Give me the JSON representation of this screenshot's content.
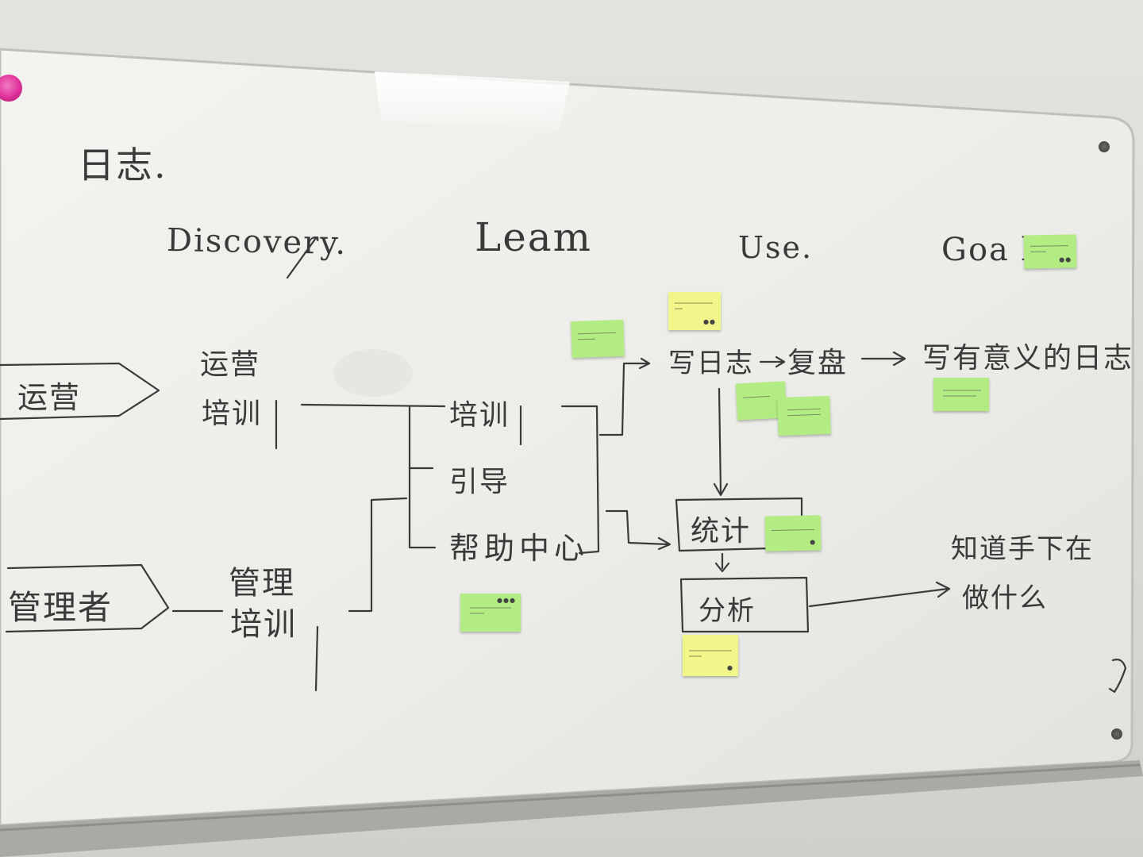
{
  "title": "日志.",
  "stages": {
    "discovery": "Discovery.",
    "learn": "Leam",
    "use": "Use.",
    "goal": "Goa l."
  },
  "actors": {
    "operations": "运营",
    "manager": "管理者"
  },
  "discovery_items": {
    "operations_training_1": "运营",
    "operations_training_2": "培训",
    "manager_training_1": "管理",
    "manager_training_2": "培训"
  },
  "learn_items": {
    "training": "培训",
    "guide": "引导",
    "help_center": "帮助中心"
  },
  "use_items": {
    "write_log": "写日志",
    "review": "复盘",
    "statistics": "统计",
    "analysis": "分析"
  },
  "goal_items": {
    "meaningful_log": "写有意义的日志",
    "know_what_1": "知道手下在",
    "know_what_2": "做什么"
  },
  "colors": {
    "marker": "#3a3a3a",
    "sticky_green": "#b4ec84",
    "sticky_yellow": "#f1f58a",
    "magnet_pink": "#e0309b"
  }
}
